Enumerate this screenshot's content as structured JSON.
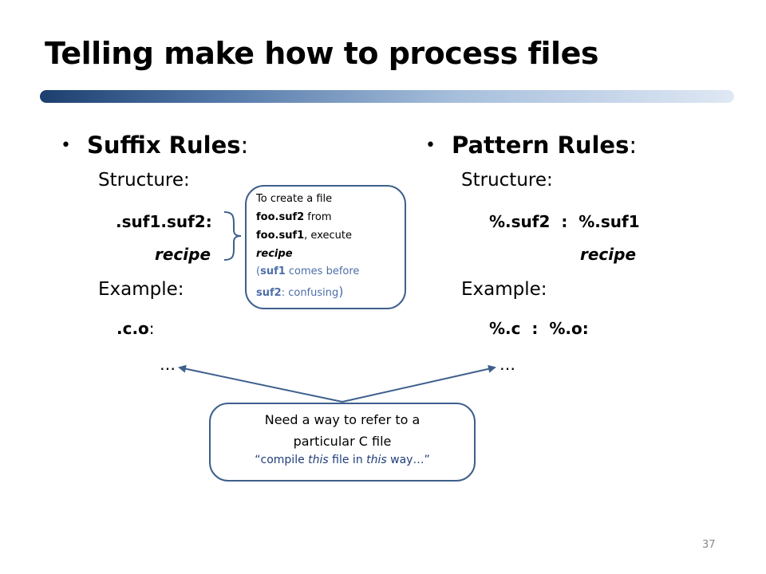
{
  "title": "Telling make how to process files",
  "left": {
    "bullet": "•",
    "heading": "Suffix Rules",
    "colon": ":",
    "structure_label": "Structure:",
    "rule_line": ".suf1.suf2:",
    "recipe": "recipe",
    "example_label": "Example:",
    "example_rule": ".c.o",
    "example_colon": ":",
    "ellipsis": "…"
  },
  "right": {
    "bullet": "•",
    "heading": "Pattern Rules",
    "colon": ":",
    "structure_label": "Structure:",
    "rule_line": "%.suf2  :  %.suf1",
    "recipe": "recipe",
    "example_label": "Example:",
    "example_rule": "%.c  :  %.o:",
    "ellipsis": "…"
  },
  "callout_suffix": {
    "line1": "To create a file",
    "line2_bold": "foo.suf2",
    "line2_rest": " from",
    "line3_bold": "foo.suf1",
    "line3_rest": ", execute",
    "line4": "recipe",
    "line5_open": "(",
    "line5_bold": "suf1",
    "line5_rest": " comes before",
    "line6_bold": "suf2",
    "line6_rest": ": confusing",
    "line6_close": ")"
  },
  "callout_c_file": {
    "line1": "Need a way to refer to a",
    "line2": "particular C file",
    "quote_open": "“compile ",
    "quote_this1": "this",
    "quote_mid": " file in ",
    "quote_this2": "this",
    "quote_end": " way…”"
  },
  "page_number": "37",
  "colors": {
    "accent_bar": "#1c3f6e",
    "callout_border": "#3d5f8c",
    "arrow": "#3d5f8c",
    "highlight_text": "#4d6fa8"
  }
}
